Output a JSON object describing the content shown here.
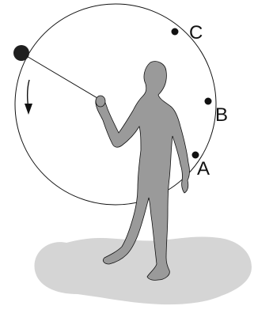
{
  "diagram": {
    "points": [
      {
        "id": "A",
        "label": "A"
      },
      {
        "id": "B",
        "label": "B"
      },
      {
        "id": "C",
        "label": "C"
      }
    ],
    "colors": {
      "figure_fill": "#9a9a9a",
      "shadow_fill": "#d5d5d5",
      "line": "#111111",
      "ball": "#1f1f1f"
    },
    "icons": {
      "rotation_indicator": "curved-arrow-down-icon",
      "ball": "ball-icon",
      "person": "person-figure-icon"
    }
  }
}
